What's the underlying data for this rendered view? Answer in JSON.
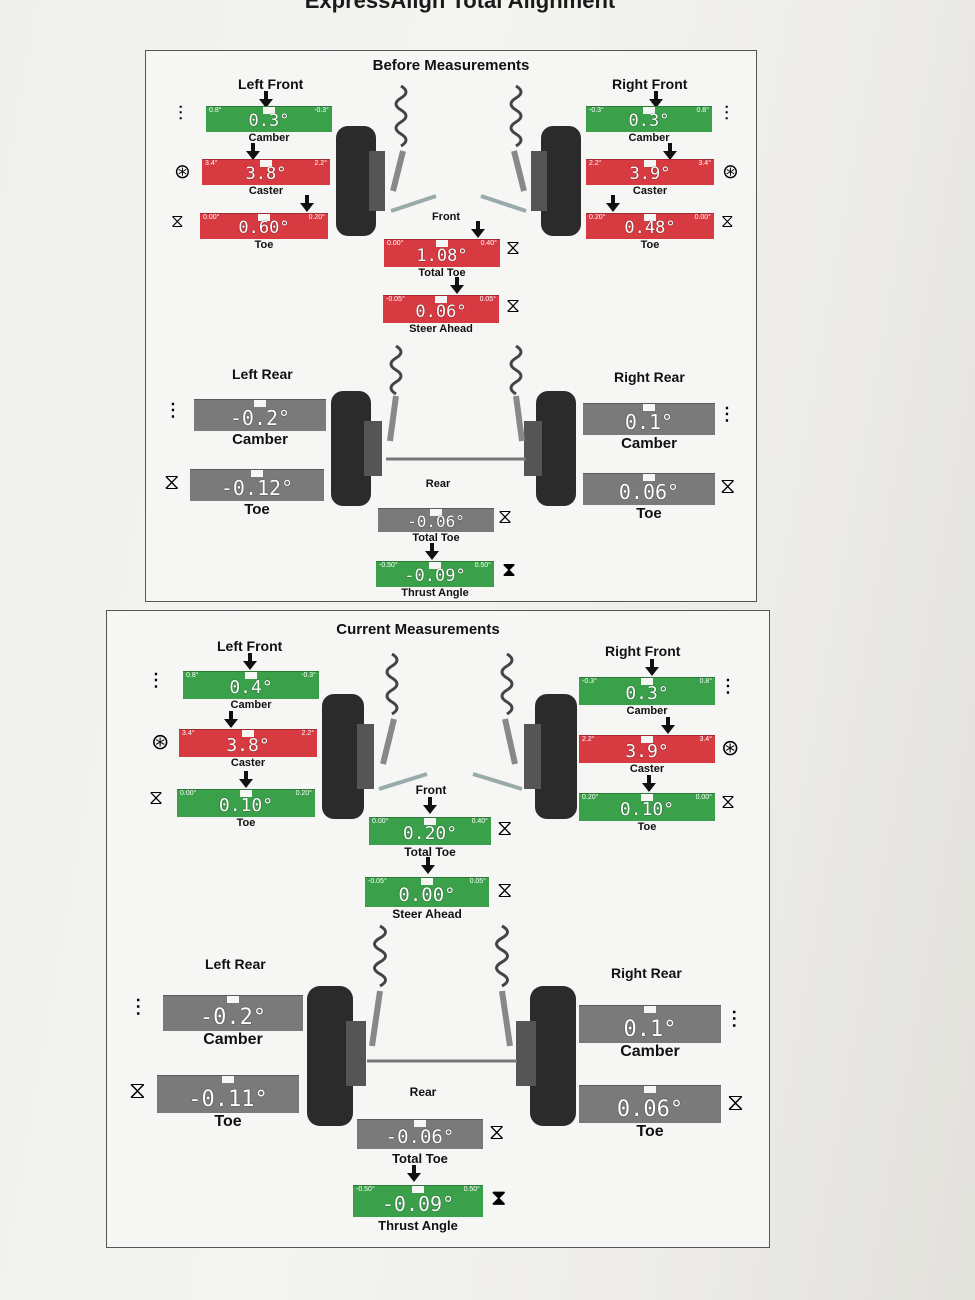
{
  "document": {
    "title": "ExpressAlign Total Alignment"
  },
  "before": {
    "title": "Before Measurements",
    "left_front": {
      "label": "Left Front",
      "camber": {
        "value": "0.3°",
        "label": "Camber",
        "min": "0.8°",
        "max": "-0.3°",
        "color": "#3aa04a"
      },
      "caster": {
        "value": "3.8°",
        "label": "Caster",
        "min": "3.4°",
        "max": "2.2°",
        "color": "#d83a42"
      },
      "toe": {
        "value": "0.60°",
        "label": "Toe",
        "min": "0.00°",
        "max": "0.20°",
        "color": "#d83a42"
      }
    },
    "right_front": {
      "label": "Right Front",
      "camber": {
        "value": "0.3°",
        "label": "Camber",
        "min": "-0.3°",
        "max": "0.8°",
        "color": "#3aa04a"
      },
      "caster": {
        "value": "3.9°",
        "label": "Caster",
        "min": "2.2°",
        "max": "3.4°",
        "color": "#d83a42"
      },
      "toe": {
        "value": "0.48°",
        "label": "Toe",
        "min": "0.20°",
        "max": "0.00°",
        "color": "#d83a42"
      }
    },
    "front": {
      "label": "Front",
      "total_toe": {
        "value": "1.08°",
        "label": "Total Toe",
        "min": "0.00°",
        "max": "0.40°",
        "color": "#d83a42"
      },
      "steer_ahead": {
        "value": "0.06°",
        "label": "Steer Ahead",
        "min": "-0.05°",
        "max": "0.05°",
        "color": "#d83a42"
      }
    },
    "left_rear": {
      "label": "Left Rear",
      "camber": {
        "value": "-0.2°",
        "label": "Camber",
        "color": "#7a7a7a"
      },
      "toe": {
        "value": "-0.12°",
        "label": "Toe",
        "color": "#7a7a7a"
      }
    },
    "right_rear": {
      "label": "Right Rear",
      "camber": {
        "value": "0.1°",
        "label": "Camber",
        "color": "#7a7a7a"
      },
      "toe": {
        "value": "0.06°",
        "label": "Toe",
        "color": "#7a7a7a"
      }
    },
    "rear": {
      "label": "Rear",
      "total_toe": {
        "value": "-0.06°",
        "label": "Total Toe",
        "color": "#7a7a7a"
      },
      "thrust_angle": {
        "value": "-0.09°",
        "label": "Thrust Angle",
        "min": "-0.50°",
        "max": "0.50°",
        "color": "#3aa04a"
      }
    }
  },
  "current": {
    "title": "Current Measurements",
    "left_front": {
      "label": "Left Front",
      "camber": {
        "value": "0.4°",
        "label": "Camber",
        "min": "0.8°",
        "max": "-0.3°",
        "color": "#3aa04a"
      },
      "caster": {
        "value": "3.8°",
        "label": "Caster",
        "min": "3.4°",
        "max": "2.2°",
        "color": "#d83a42"
      },
      "toe": {
        "value": "0.10°",
        "label": "Toe",
        "min": "0.00°",
        "max": "0.20°",
        "color": "#3aa04a"
      }
    },
    "right_front": {
      "label": "Right Front",
      "camber": {
        "value": "0.3°",
        "label": "Camber",
        "min": "-0.3°",
        "max": "0.8°",
        "color": "#3aa04a"
      },
      "caster": {
        "value": "3.9°",
        "label": "Caster",
        "min": "2.2°",
        "max": "3.4°",
        "color": "#d83a42"
      },
      "toe": {
        "value": "0.10°",
        "label": "Toe",
        "min": "0.20°",
        "max": "0.00°",
        "color": "#3aa04a"
      }
    },
    "front": {
      "label": "Front",
      "total_toe": {
        "value": "0.20°",
        "label": "Total Toe",
        "min": "0.00°",
        "max": "0.40°",
        "color": "#3aa04a"
      },
      "steer_ahead": {
        "value": "0.00°",
        "label": "Steer Ahead",
        "min": "-0.05°",
        "max": "0.05°",
        "color": "#3aa04a"
      }
    },
    "left_rear": {
      "label": "Left Rear",
      "camber": {
        "value": "-0.2°",
        "label": "Camber",
        "color": "#7a7a7a"
      },
      "toe": {
        "value": "-0.11°",
        "label": "Toe",
        "color": "#7a7a7a"
      }
    },
    "right_rear": {
      "label": "Right Rear",
      "camber": {
        "value": "0.1°",
        "label": "Camber",
        "color": "#7a7a7a"
      },
      "toe": {
        "value": "0.06°",
        "label": "Toe",
        "color": "#7a7a7a"
      }
    },
    "rear": {
      "label": "Rear",
      "total_toe": {
        "value": "-0.06°",
        "label": "Total Toe",
        "color": "#7a7a7a"
      },
      "thrust_angle": {
        "value": "-0.09°",
        "label": "Thrust Angle",
        "min": "-0.50°",
        "max": "0.50°",
        "color": "#3aa04a"
      }
    }
  },
  "icons": [
    "camber-icon",
    "caster-icon",
    "toe-icon",
    "total-toe-icon",
    "steer-ahead-icon",
    "thrust-angle-icon",
    "wheel-icon",
    "strut-icon"
  ]
}
